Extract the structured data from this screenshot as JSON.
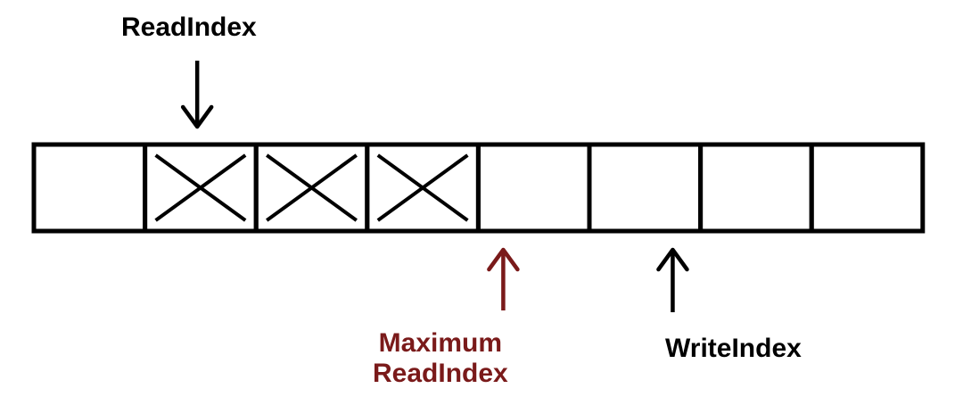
{
  "labels": {
    "read_index": "ReadIndex",
    "max_read_index_line1": "Maximum",
    "max_read_index_line2": "ReadIndex",
    "write_index": "WriteIndex"
  },
  "buffer": {
    "cells": [
      {
        "state": "empty"
      },
      {
        "state": "consumed"
      },
      {
        "state": "consumed"
      },
      {
        "state": "consumed"
      },
      {
        "state": "empty"
      },
      {
        "state": "empty"
      },
      {
        "state": "empty"
      },
      {
        "state": "empty"
      }
    ]
  },
  "pointers": {
    "read_index_cell": 1,
    "max_read_index_boundary": 4,
    "write_index_cell": 5
  },
  "colors": {
    "stroke": "#000000",
    "max_read_index": "#7a1a1a",
    "background": "#ffffff"
  }
}
